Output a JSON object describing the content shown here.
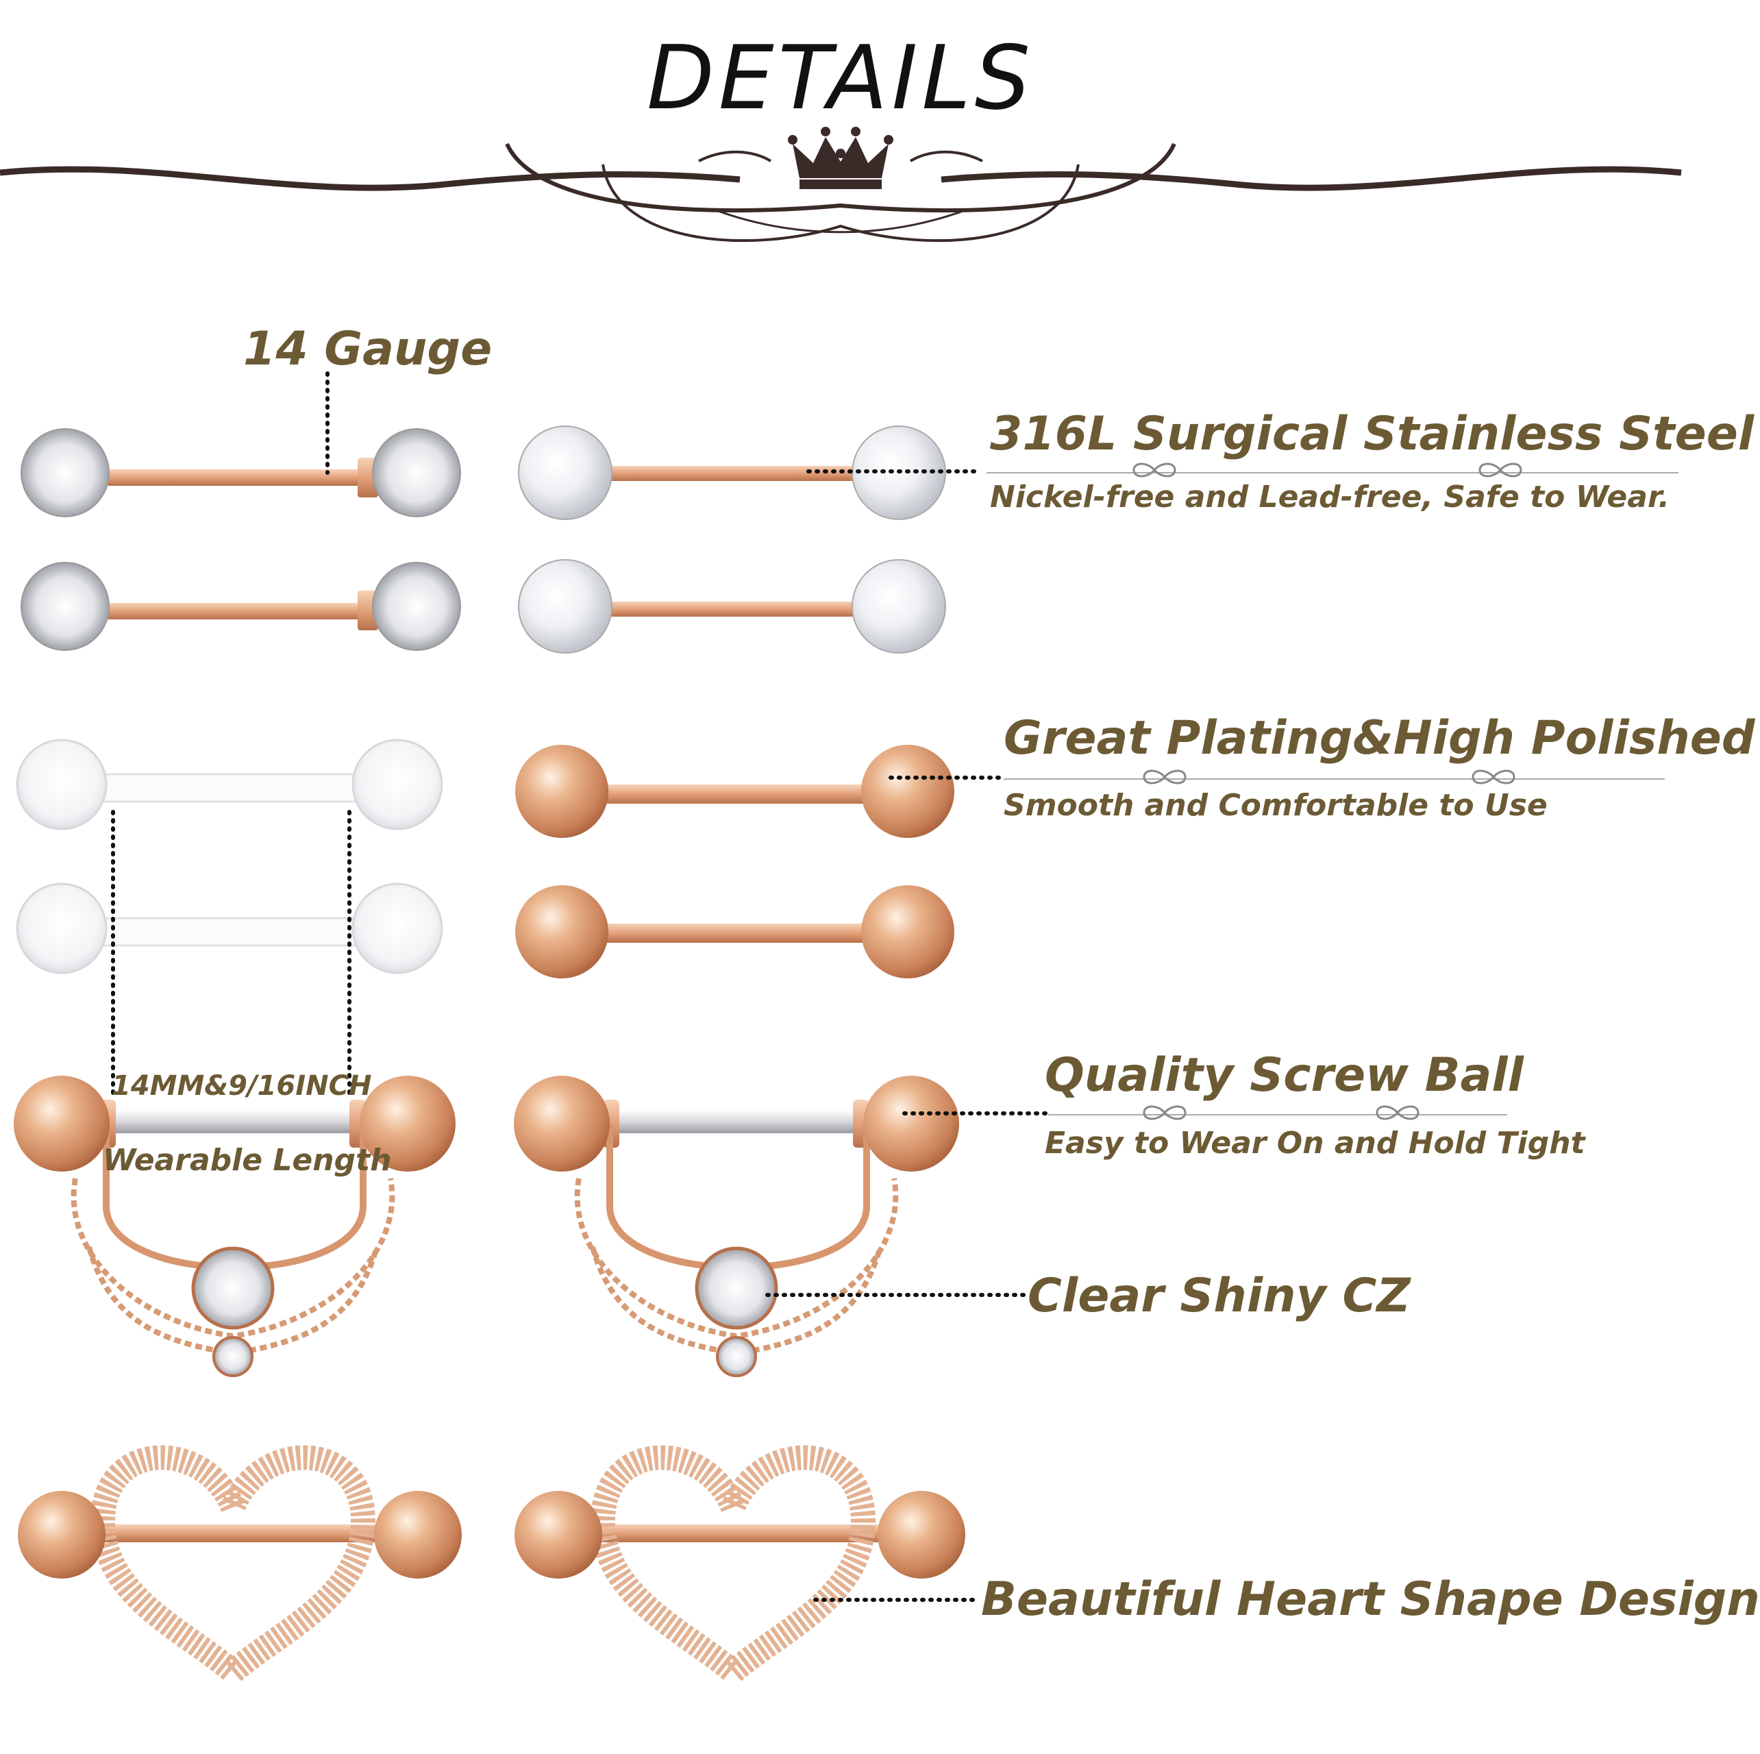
{
  "header": {
    "title": "DETAILS"
  },
  "callouts": {
    "gauge": "14 Gauge",
    "steel_title": "316L Surgical Stainless Steel",
    "steel_sub": "Nickel-free and Lead-free, Safe to Wear.",
    "plating_title": "Great Plating&High Polished",
    "plating_sub": "Smooth and Comfortable to Use",
    "screw_title": "Quality Screw Ball",
    "screw_sub": "Easy to Wear On and Hold Tight",
    "length_value": "14MM&9/16INCH",
    "length_label": "Wearable Length",
    "cz": "Clear Shiny CZ",
    "heart": "Beautiful Heart Shape Design"
  },
  "colors": {
    "text": "#6b5a34",
    "rose_gold": "#e0a47c",
    "rose_gold_dark": "#b86f48",
    "title_ink": "#111111",
    "ornament": "#3a2a28"
  },
  "icons": [
    "crown-icon",
    "infinity-icon"
  ]
}
